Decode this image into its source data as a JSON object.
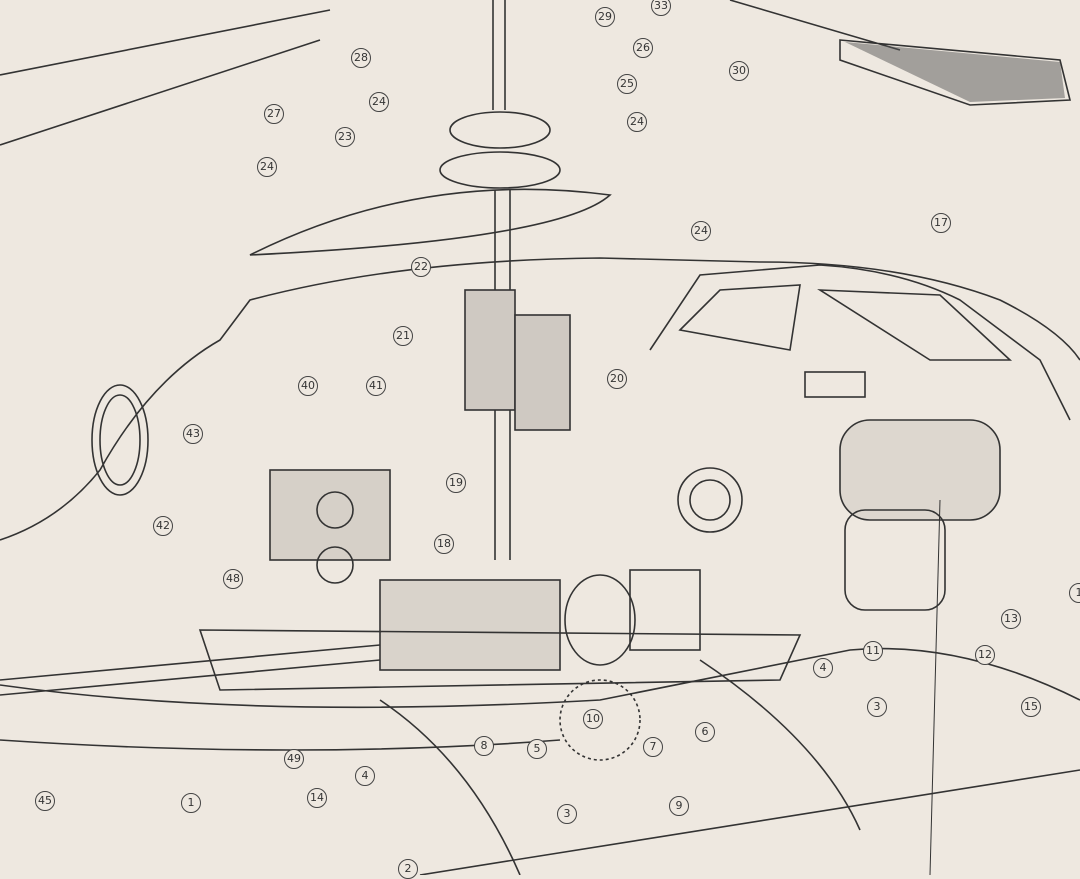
{
  "callouts": [
    "33",
    "29",
    "26",
    "28",
    "30",
    "25",
    "24",
    "27",
    "24",
    "23",
    "24",
    "17",
    "24",
    "22",
    "21",
    "20",
    "40",
    "41",
    "43",
    "19",
    "42",
    "18",
    "48",
    "13",
    "11",
    "12",
    "4",
    "3",
    "15",
    "10",
    "6",
    "5",
    "8",
    "7",
    "49",
    "4",
    "45",
    "1",
    "14",
    "9",
    "3",
    "2",
    "1"
  ],
  "colors": {
    "paper": "#eee8e0",
    "ink": "#333333",
    "shade": "#8a8580"
  }
}
